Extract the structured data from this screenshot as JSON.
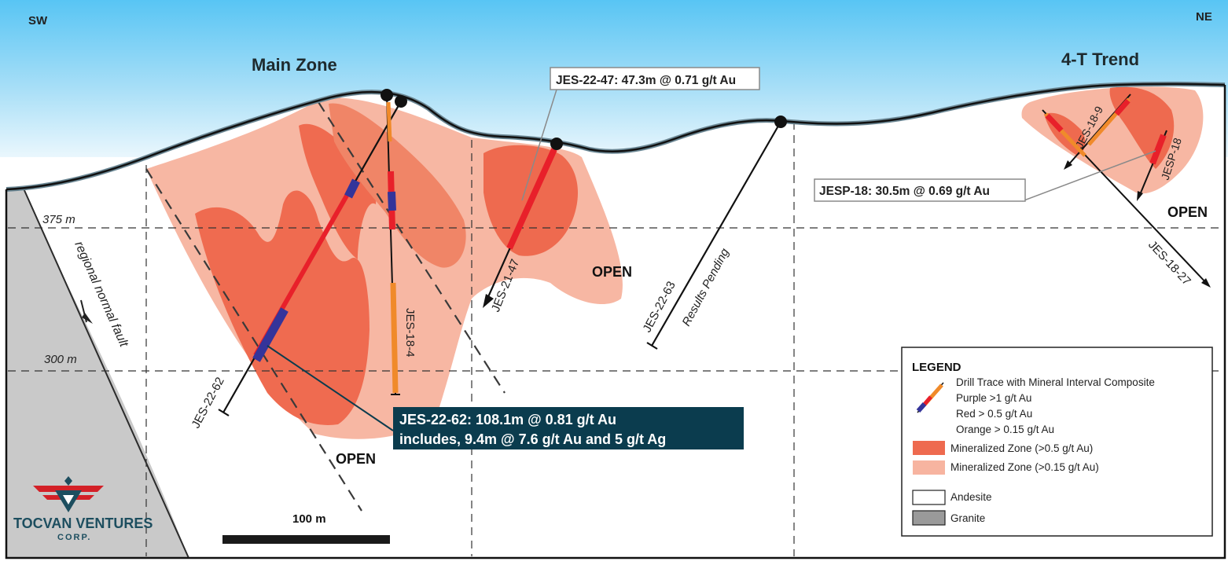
{
  "compass": {
    "left": "SW",
    "right": "NE"
  },
  "zones": {
    "main": "Main Zone",
    "trend": "4-T Trend"
  },
  "elevations": {
    "upper": "375 m",
    "lower": "300 m"
  },
  "fault_label": "regional normal fault",
  "open_labels": [
    "OPEN",
    "OPEN",
    "OPEN"
  ],
  "drillholes": {
    "h1": "JES-22-62",
    "h2": "JES-18-4",
    "h3": "JES-21-47",
    "h4": "JES-22-63",
    "h4_status": "Results Pending",
    "h5": "JES-18-9",
    "h6": "JESP-18",
    "h7": "JES-18-27"
  },
  "callouts": {
    "c1": "JES-22-47: 47.3m @ 0.71 g/t Au",
    "c2": "JESP-18: 30.5m @ 0.69 g/t Au",
    "c3_line1": "JES-22-62: 108.1m @ 0.81 g/t Au",
    "c3_line2": "includes, 9.4m @ 7.6 g/t Au and 5 g/t Ag"
  },
  "scale": {
    "label": "100 m"
  },
  "legend": {
    "title": "LEGEND",
    "drill_title": "Drill Trace with Mineral Interval Composite",
    "drill_purple": "Purple >1 g/t Au",
    "drill_red": "Red > 0.5 g/t Au",
    "drill_orange": "Orange > 0.15 g/t Au",
    "zone_high": "Mineralized Zone (>0.5 g/t Au)",
    "zone_low": "Mineralized Zone (>0.15 g/t Au)",
    "andesite": "Andesite",
    "granite": "Granite"
  },
  "logo": {
    "name": "TOCVAN VENTURES",
    "sub": "CORP."
  },
  "colors": {
    "sky_top": "#5bc8f5",
    "zone_low": "#f7b4a0",
    "zone_high": "#ee6a4f",
    "drill_red": "#e8202a",
    "drill_blue": "#34349a",
    "drill_orange": "#f08a2a",
    "granite": "#c8c8c8",
    "callout_dark": "#0b3c4e",
    "logo_red": "#d32027",
    "logo_teal": "#1d4e5f"
  }
}
